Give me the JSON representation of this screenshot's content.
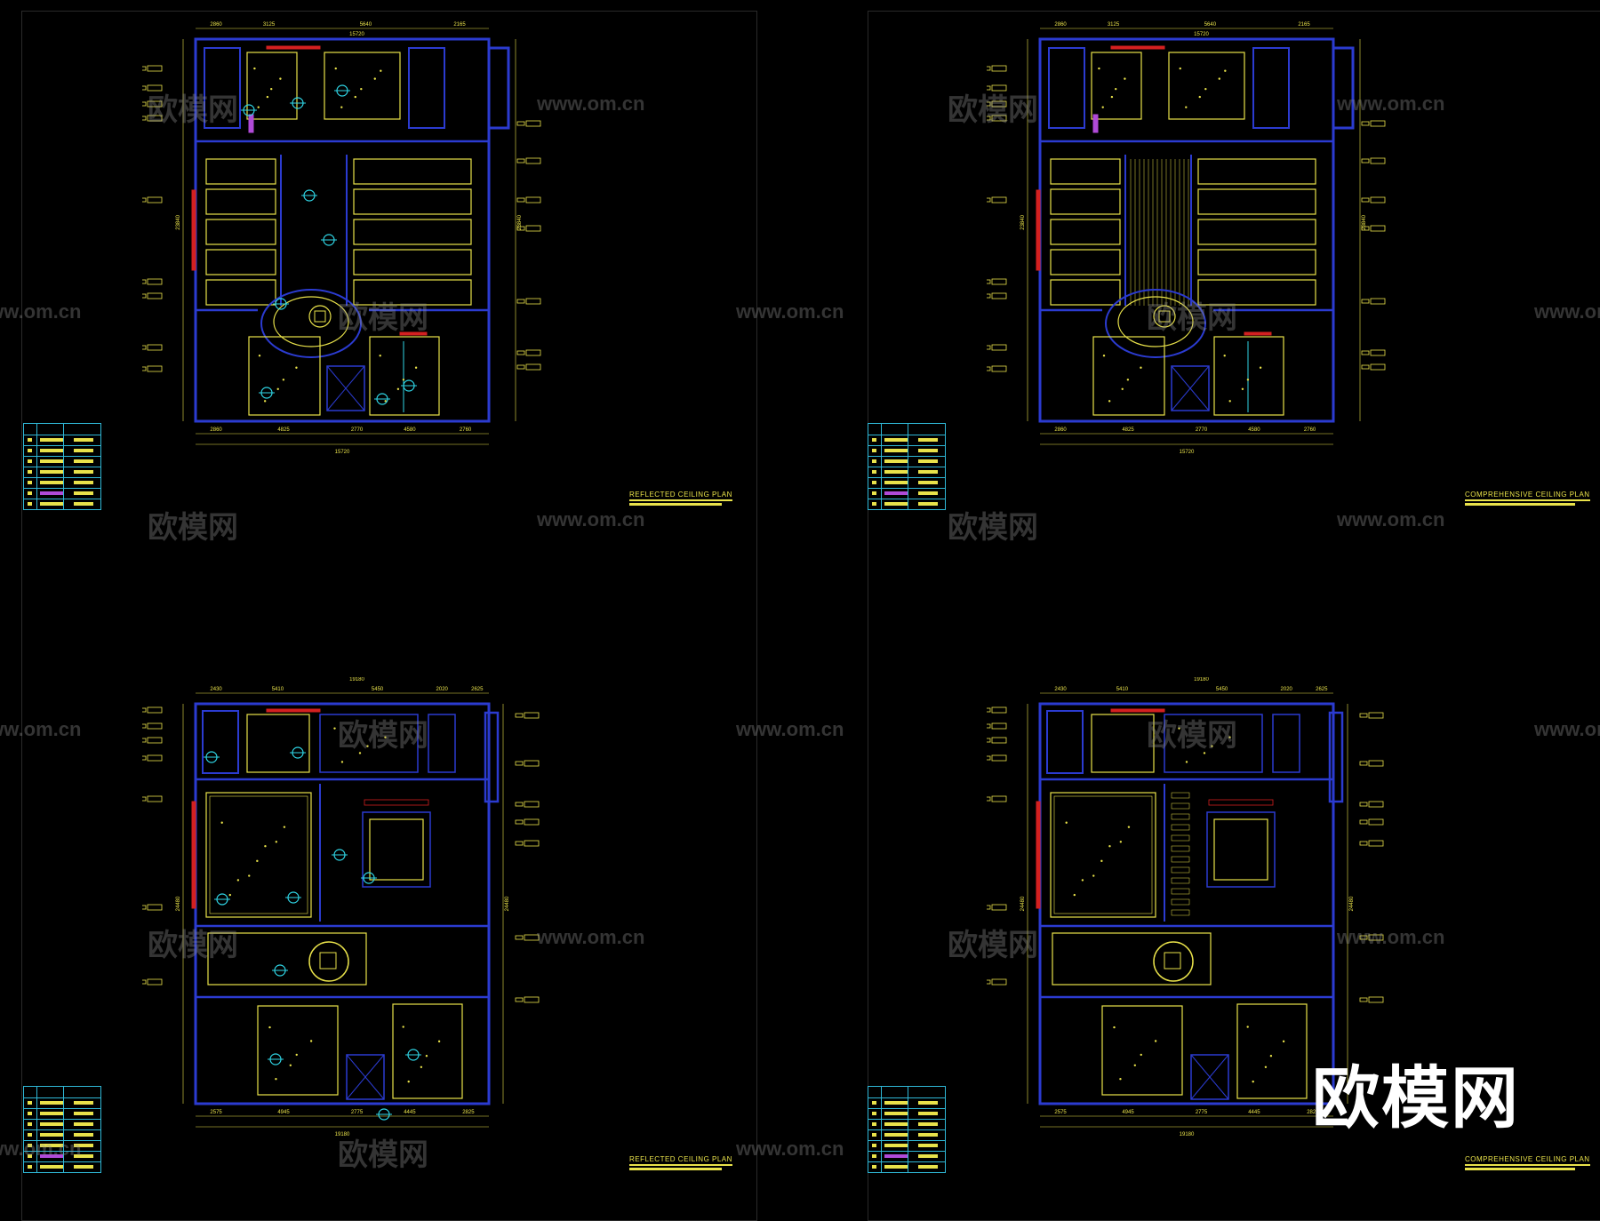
{
  "plans": [
    {
      "id": "top-left",
      "title": "REFLECTED CEILING PLAN",
      "overall_width_label": "15720",
      "overall_height_label": "23840",
      "top_dims": [
        "2860",
        "3125",
        "5640",
        "2165"
      ],
      "bottom_dims": [
        "2860",
        "4825",
        "2770",
        "4580",
        "2760"
      ]
    },
    {
      "id": "top-right",
      "title": "COMPREHENSIVE CEILING PLAN",
      "overall_width_label": "15720",
      "overall_height_label": "23840",
      "top_dims": [
        "2860",
        "3125",
        "5640",
        "2165"
      ],
      "bottom_dims": [
        "2860",
        "4825",
        "2770",
        "4580",
        "2760"
      ]
    },
    {
      "id": "bottom-left",
      "title": "REFLECTED CEILING PLAN",
      "overall_width_label": "19180",
      "overall_height_label": "24480",
      "top_dims": [
        "2430",
        "5410",
        "5450",
        "2020",
        "2625"
      ],
      "bottom_dims": [
        "2575",
        "4945",
        "2775",
        "4445",
        "2825"
      ]
    },
    {
      "id": "bottom-right",
      "title": "COMPREHENSIVE CEILING PLAN",
      "overall_width_label": "19180",
      "overall_height_label": "24480",
      "top_dims": [
        "2430",
        "5410",
        "5450",
        "2020",
        "2625"
      ],
      "bottom_dims": [
        "2575",
        "4945",
        "2775",
        "4445",
        "2825"
      ]
    }
  ],
  "watermarks": {
    "cn": "欧模网",
    "url": "www.om.cn"
  },
  "brand_logo": "欧模网",
  "colors": {
    "background": "#000000",
    "wall": "#2b3bd0",
    "ceiling_line": "#e9e24a",
    "fixture": "#2fd6e6",
    "dimension": "#e9e24a",
    "accent_red": "#d42020",
    "accent_magenta": "#b04ad8"
  }
}
